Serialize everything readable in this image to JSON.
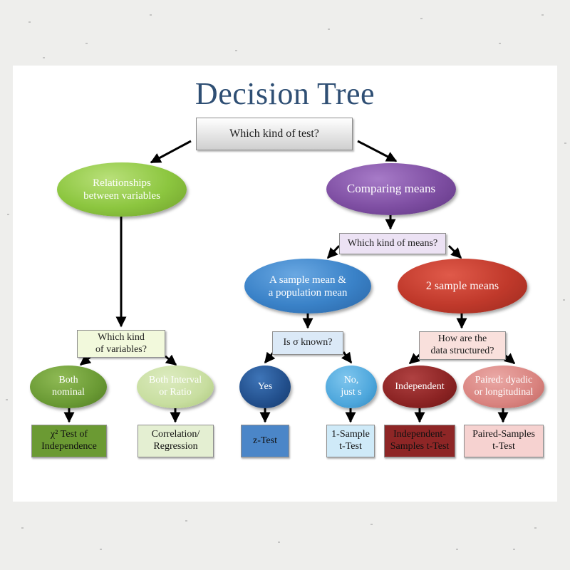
{
  "title": "Decision Tree",
  "root": {
    "text": "Which kind of test?"
  },
  "relationships": {
    "oval": "Relationships\nbetween variables",
    "question": "Which kind\nof variables?",
    "both_nominal": {
      "oval": "Both\nnominal",
      "test_symbol": "χ²",
      "test": "Test of\nIndependence"
    },
    "interval_ratio": {
      "oval": "Both Interval\nor Ratio",
      "test": "Correlation/\nRegression"
    }
  },
  "means": {
    "oval": "Comparing means",
    "question": "Which kind of means?",
    "one_sample": {
      "oval": "A sample mean &\na population mean",
      "question": "Is σ known?",
      "yes": {
        "oval": "Yes",
        "test": "z-Test"
      },
      "no": {
        "oval": "No,\njust s",
        "test": "1-Sample\nt-Test"
      }
    },
    "two_sample": {
      "oval": "2 sample means",
      "question": "How are the\ndata structured?",
      "independent": {
        "oval": "Independent",
        "test": "Independent-\nSamples t-Test"
      },
      "paired": {
        "oval": "Paired: dyadic\nor longitudinal",
        "test": "Paired-Samples\nt-Test"
      }
    }
  },
  "colors": {
    "title": "#2f4f74",
    "green_oval": "#8cc63f",
    "green_dark_oval": "#6a9a34",
    "green_light_oval": "#c8dea0",
    "purple_oval": "#7f4fa3",
    "blue_oval": "#3a82c8",
    "red_oval": "#c0392b"
  }
}
